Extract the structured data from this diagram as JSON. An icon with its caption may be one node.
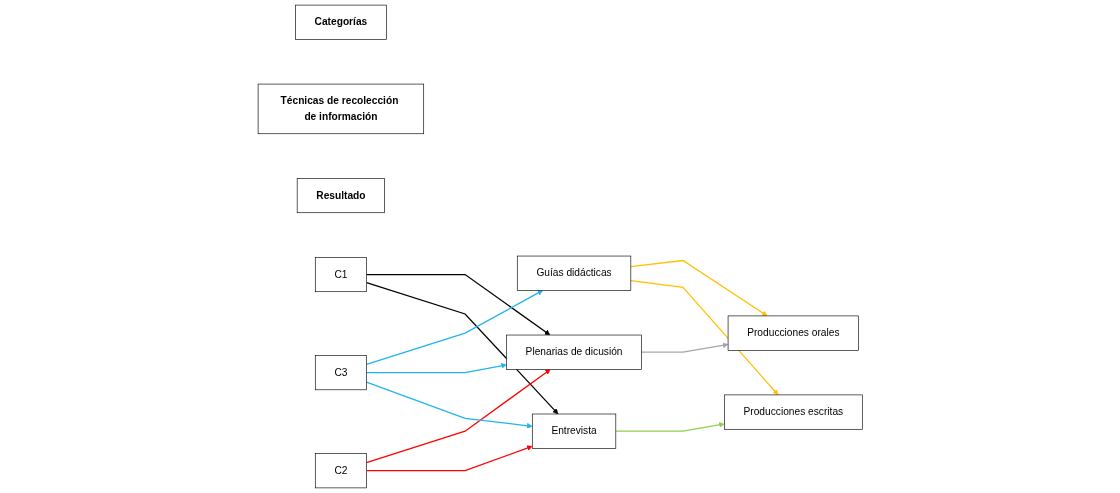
{
  "diagram": {
    "nodes": [
      {
        "text": [
          "Categorías"
        ]
      },
      {
        "text": [
          "Técnicas de recolección de información"
        ]
      },
      {
        "text": [
          "Resultado"
        ]
      },
      {
        "text": [
          "C1"
        ]
      },
      {
        "text": [
          "C2"
        ]
      },
      {
        "text": [
          "C3"
        ]
      },
      {
        "text": [
          "Guías didácticas"
        ]
      },
      {
        "text": [
          "Plenarias de dicusión"
        ]
      },
      {
        "text": [
          "Entrevista"
        ]
      },
      {
        "text": [
          "Producciones orales"
        ]
      },
      {
        "text": [
          "Producciones escritas"
        ]
      }
    ],
    "edges": [
      {
        "from": 3,
        "to": 7,
        "arrow": "to",
        "color": "#000000"
      },
      {
        "from": 3,
        "to": 8,
        "arrow": "to",
        "color": "#000000"
      },
      {
        "from": 4,
        "to": 7,
        "arrow": "to",
        "color": "#ff0000"
      },
      {
        "from": 4,
        "to": 8,
        "arrow": "to",
        "color": "#ff0000"
      },
      {
        "from": 5,
        "to": 6,
        "arrow": "to",
        "color": "#1fb4f0"
      },
      {
        "from": 5,
        "to": 7,
        "arrow": "to",
        "color": "#1fb4f0"
      },
      {
        "from": 5,
        "to": 8,
        "arrow": "to",
        "color": "#1fb4f0"
      },
      {
        "from": 6,
        "to": 9,
        "arrow": "to",
        "color": "#ffc000"
      },
      {
        "from": 6,
        "to": 10,
        "arrow": "to",
        "color": "#ffc000"
      },
      {
        "from": 7,
        "to": 9,
        "arrow": "to",
        "color": "#a6a6a6"
      },
      {
        "from": 8,
        "to": 10,
        "arrow": "to",
        "color": "#92d050"
      }
    ]
  }
}
